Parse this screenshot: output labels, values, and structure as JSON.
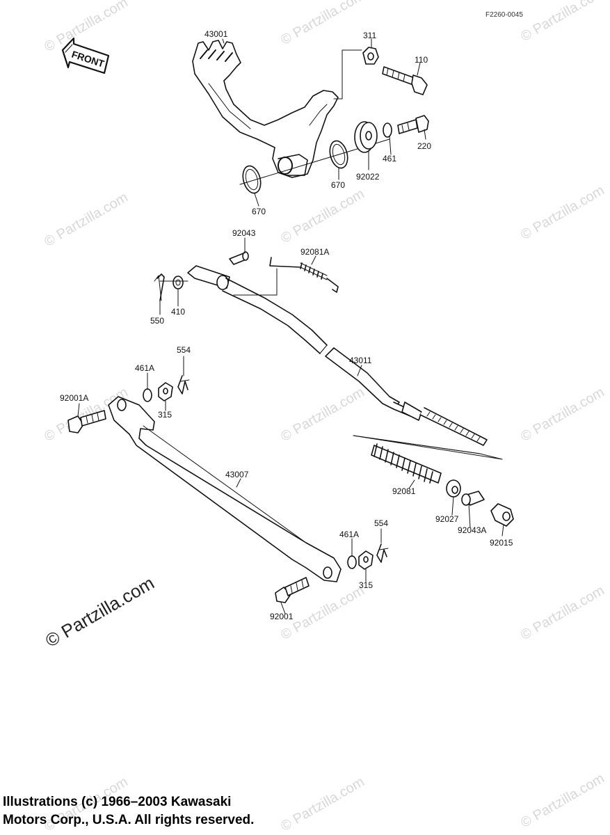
{
  "figure_id": "F2260-0045",
  "front_label": "FRONT",
  "watermark": "© Partzilla.com",
  "watermark_large": "© Partzilla.com",
  "copyright_line1": "Illustrations (c) 1966–2003 Kawasaki",
  "copyright_line2": "Motors Corp., U.S.A.  All rights reserved.",
  "parts": {
    "p43001": "43001",
    "p311": "311",
    "p110": "110",
    "p220": "220",
    "p461": "461",
    "p92022": "92022",
    "p670a": "670",
    "p670b": "670",
    "p92043": "92043",
    "p92081A": "92081A",
    "p550": "550",
    "p410": "410",
    "p43011": "43011",
    "p554a": "554",
    "p461Aa": "461A",
    "p92001A": "92001A",
    "p315a": "315",
    "p43007": "43007",
    "p92081": "92081",
    "p92027": "92027",
    "p92043A": "92043A",
    "p92015": "92015",
    "p461Ab": "461A",
    "p554b": "554",
    "p315b": "315",
    "p92001": "92001"
  }
}
